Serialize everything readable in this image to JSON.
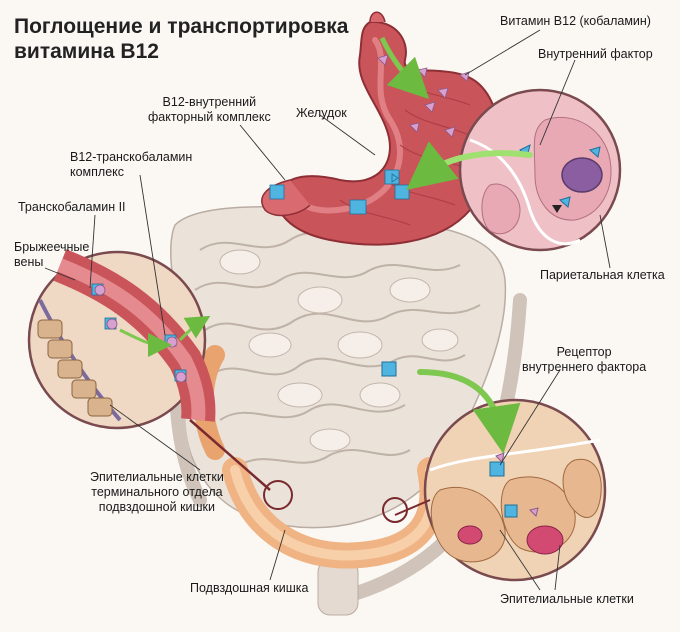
{
  "title": {
    "line1": "Поглощение и транспортировка",
    "line2": "витамина B12"
  },
  "labels": {
    "vitamin_b12": "Витамин B12 (кобаламин)",
    "intrinsic_factor": "Внутренний фактор",
    "b12_if_complex_1": "B12-внутренний",
    "b12_if_complex_2": "факторный комплекс",
    "stomach": "Желудок",
    "b12_tc_complex_1": "B12-транскобаламин",
    "b12_tc_complex_2": "комплекс",
    "transcobalamin": "Транскобаламин II",
    "mesenteric_1": "Брыжеечные",
    "mesenteric_2": "вены",
    "parietal_cell": "Париетальная клетка",
    "receptor_1": "Рецептор",
    "receptor_2": "внутреннего фактора",
    "ileal_epithelium_1": "Эпителиальные клетки",
    "ileal_epithelium_2": "терминального отдела",
    "ileal_epithelium_3": "подвздошной кишки",
    "ileum": "Подвздошная кишка",
    "epithelial_cells": "Эпителиальные клетки"
  },
  "colors": {
    "stomach": "#c9545a",
    "intestine": "#e8ddd4",
    "ileum": "#f2b98a",
    "b12": "#d8a0d0",
    "intrinsic_factor": "#4fb4e0",
    "arrow": "#7ec850"
  }
}
